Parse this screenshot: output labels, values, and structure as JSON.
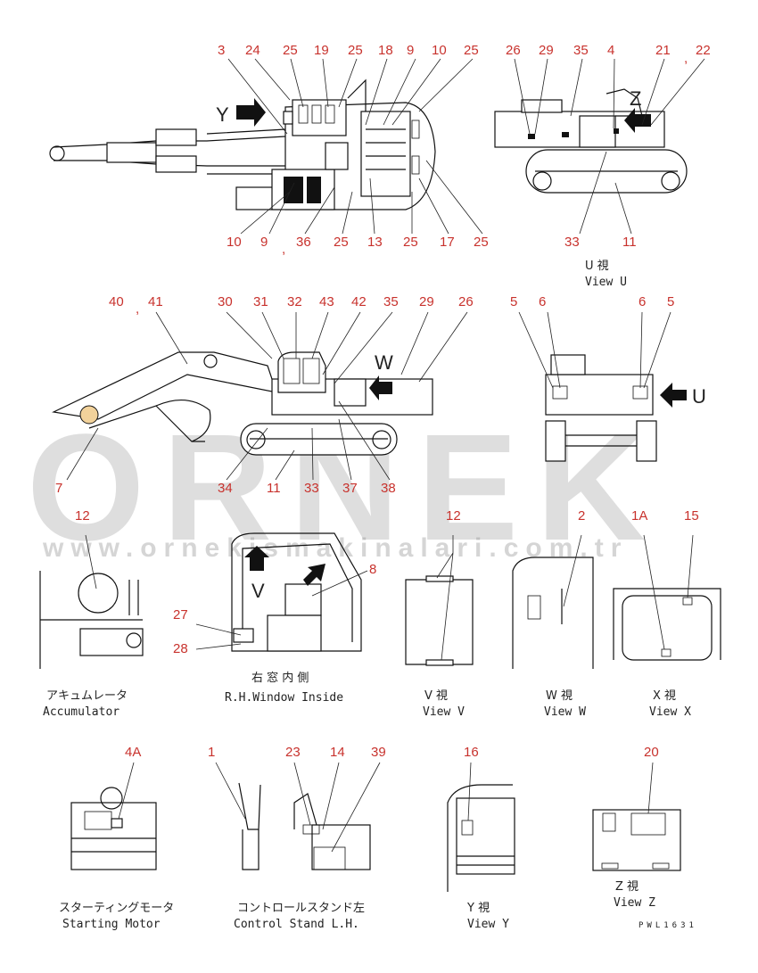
{
  "watermark": {
    "brand": "ORNEK",
    "url": "www.ornekismakinalari.com.tr"
  },
  "drawing_code": "PWL1631",
  "top_view": {
    "callouts": [
      "3",
      "24",
      "25",
      "19",
      "25",
      "18",
      "9",
      "10",
      "25",
      "10",
      "9",
      ",",
      "36",
      "25",
      "13",
      "25",
      "17",
      "25"
    ],
    "view_y_label": "Y"
  },
  "view_u": {
    "callouts": [
      "26",
      "29",
      "35",
      "4",
      "21",
      ",",
      "22",
      "33",
      "11"
    ],
    "caption_jp": "U 視",
    "caption": "View U",
    "view_z_label": "Z"
  },
  "side_view": {
    "callouts": [
      "40",
      ",",
      "41",
      "30",
      "31",
      "32",
      "43",
      "42",
      "35",
      "29",
      "26",
      "7",
      "34",
      "11",
      "33",
      "37",
      "38"
    ],
    "view_w_label": "W"
  },
  "rear_view": {
    "callouts": [
      "5",
      "6",
      "6",
      "5"
    ],
    "view_u_label": "U"
  },
  "accumulator": {
    "callouts": [
      "12"
    ],
    "caption_jp": "アキュムレータ",
    "caption": "Accumulator"
  },
  "window": {
    "callouts": [
      "8",
      "27",
      "28"
    ],
    "caption_jp": "右 窓 内 側",
    "caption": "R.H.Window Inside",
    "view_v_label": "V"
  },
  "view_v": {
    "callouts": [
      "12"
    ],
    "caption_jp": "V 視",
    "caption": "View V"
  },
  "view_w": {
    "callouts": [
      "2"
    ],
    "caption_jp": "W 視",
    "caption": "View W"
  },
  "view_x": {
    "callouts": [
      "1A",
      "15"
    ],
    "caption_jp": "X 視",
    "caption": "View X"
  },
  "starting_motor": {
    "callouts": [
      "4A"
    ],
    "caption_jp": "スターティングモータ",
    "caption": "Starting Motor"
  },
  "control_stand": {
    "callouts": [
      "1",
      "23",
      "14",
      "39"
    ],
    "caption_jp": "コントロールスタンド左",
    "caption": "Control Stand L.H."
  },
  "view_y": {
    "callouts": [
      "16"
    ],
    "caption_jp": "Y 視",
    "caption": "View Y"
  },
  "view_z": {
    "callouts": [
      "20"
    ],
    "caption_jp": "Z 視",
    "caption": "View Z"
  }
}
